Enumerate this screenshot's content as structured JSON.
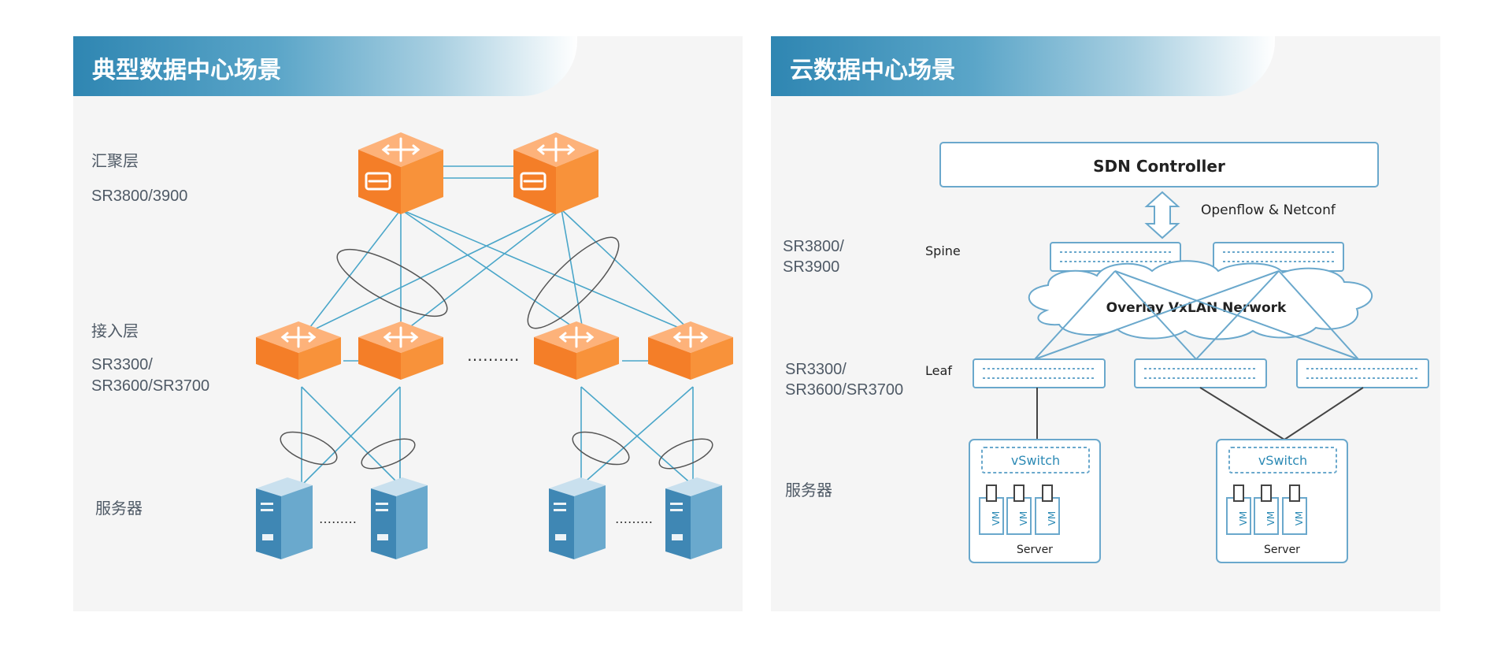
{
  "left_panel": {
    "title": "典型数据中心场景",
    "layers": {
      "aggregation_label": "汇聚层",
      "aggregation_model": "SR3800/3900",
      "access_label": "接入层",
      "access_model_line1": "SR3300/",
      "access_model_line2": "SR3600/SR3700",
      "server_label": "服务器"
    },
    "ellipsis": "……….",
    "server_ellipsis": "………"
  },
  "right_panel": {
    "title": "云数据中心场景",
    "controller_label": "SDN Controller",
    "protocol_label": "Openflow & Netconf",
    "spine_model_line1": "SR3800/",
    "spine_model_line2": "SR3900",
    "spine_label": "Spine",
    "overlay_label": "Overlay VxLAN Nerwork",
    "leaf_model_line1": "SR3300/",
    "leaf_model_line2": "SR3600/SR3700",
    "leaf_label": "Leaf",
    "server_label": "服务器",
    "vswitch_label": "vSwitch",
    "vm_label": "VM",
    "server_box_label": "Server"
  },
  "colors": {
    "header_blue": "#2f86b2",
    "switch_orange": "#f7923a",
    "link_blue": "#4aa6c9",
    "server_blue": "#5a9fc4",
    "panel_bg": "#f5f5f5"
  }
}
